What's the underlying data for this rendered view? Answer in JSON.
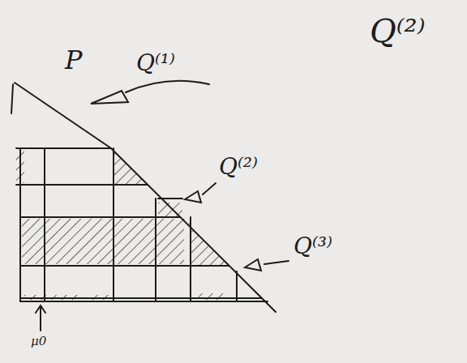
{
  "diagram": {
    "labels": [
      "P",
      "Q⁽¹⁾",
      "Q⁽²⁾",
      "Q⁽³⁾",
      "Q⁽²⁾",
      "μ0"
    ]
  }
}
